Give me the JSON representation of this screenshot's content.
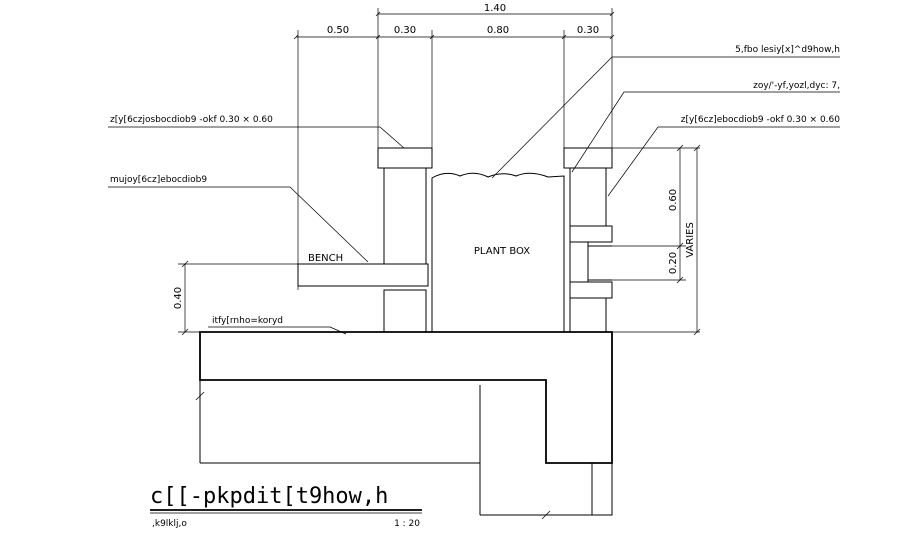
{
  "dimensions": {
    "overall_top": "1.40",
    "w1": "0.50",
    "w2": "0.30",
    "w3": "0.80",
    "w4": "0.30",
    "right_h1": "0.60",
    "right_h2": "0.20",
    "right_varies": "VARIES",
    "left_h": "0.40"
  },
  "labels": {
    "bench": "BENCH",
    "plant_box": "PLANT BOX",
    "note_soil": "5,fbo lesiy[x]^d9how,h",
    "note_right_mid": "zoy/'-yf,yozl,dyc: 7,",
    "note_right_coping": "z[y[6cz]ebocdiob9  -okf  0.30 × 0.60",
    "note_left_coping": "z[y[6czjosbocdiob9  -okf  0.30 × 0.60",
    "note_left_wall": "mujoy[6cz]ebocdiob9",
    "note_ground": "itfy[rnho=koryd"
  },
  "title": {
    "main": "c[[-pkpdit[t9how,h",
    "sub": ",k9lklj,o",
    "scale": "1 : 20"
  }
}
